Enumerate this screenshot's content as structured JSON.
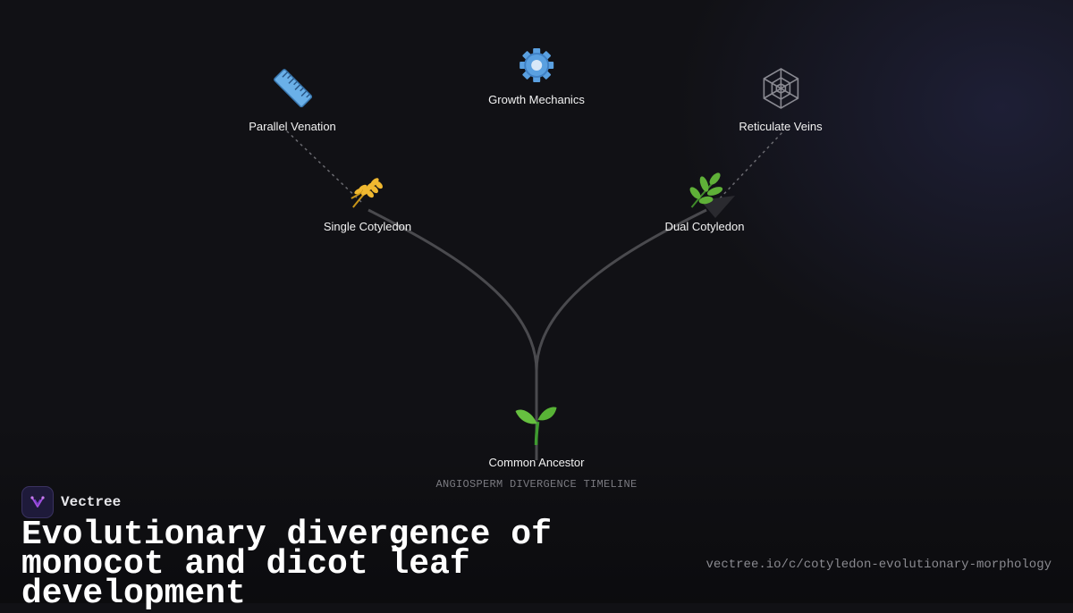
{
  "diagram": {
    "nodes": {
      "growth_mechanics": {
        "label": "Growth Mechanics",
        "icon": "gear-icon"
      },
      "parallel_venation": {
        "label": "Parallel Venation",
        "icon": "ruler-icon"
      },
      "reticulate_veins": {
        "label": "Reticulate Veins",
        "icon": "web-icon"
      },
      "single_cotyledon": {
        "label": "Single Cotyledon",
        "icon": "wheat-icon"
      },
      "dual_cotyledon": {
        "label": "Dual Cotyledon",
        "icon": "herb-icon"
      },
      "common_ancestor": {
        "label": "Common Ancestor",
        "icon": "seedling-icon"
      }
    },
    "edges": [
      {
        "from": "common_ancestor",
        "to": "single_cotyledon",
        "style": "solid"
      },
      {
        "from": "common_ancestor",
        "to": "dual_cotyledon",
        "style": "solid"
      },
      {
        "from": "single_cotyledon",
        "to": "parallel_venation",
        "style": "dashed"
      },
      {
        "from": "dual_cotyledon",
        "to": "reticulate_veins",
        "style": "dashed"
      }
    ],
    "timeline_label": "ANGIOSPERM DIVERGENCE TIMELINE"
  },
  "brand": {
    "name": "Vectree",
    "logo_icon": "vectree-logo-icon"
  },
  "title": "Evolutionary divergence of monocot and dicot leaf development",
  "url": "vectree.io/c/cotyledon-evolutionary-morphology",
  "colors": {
    "background": "#111115",
    "branch": "#4a4a4e",
    "dashed_link": "#6a6a70",
    "accent": "#7a3fd0"
  }
}
